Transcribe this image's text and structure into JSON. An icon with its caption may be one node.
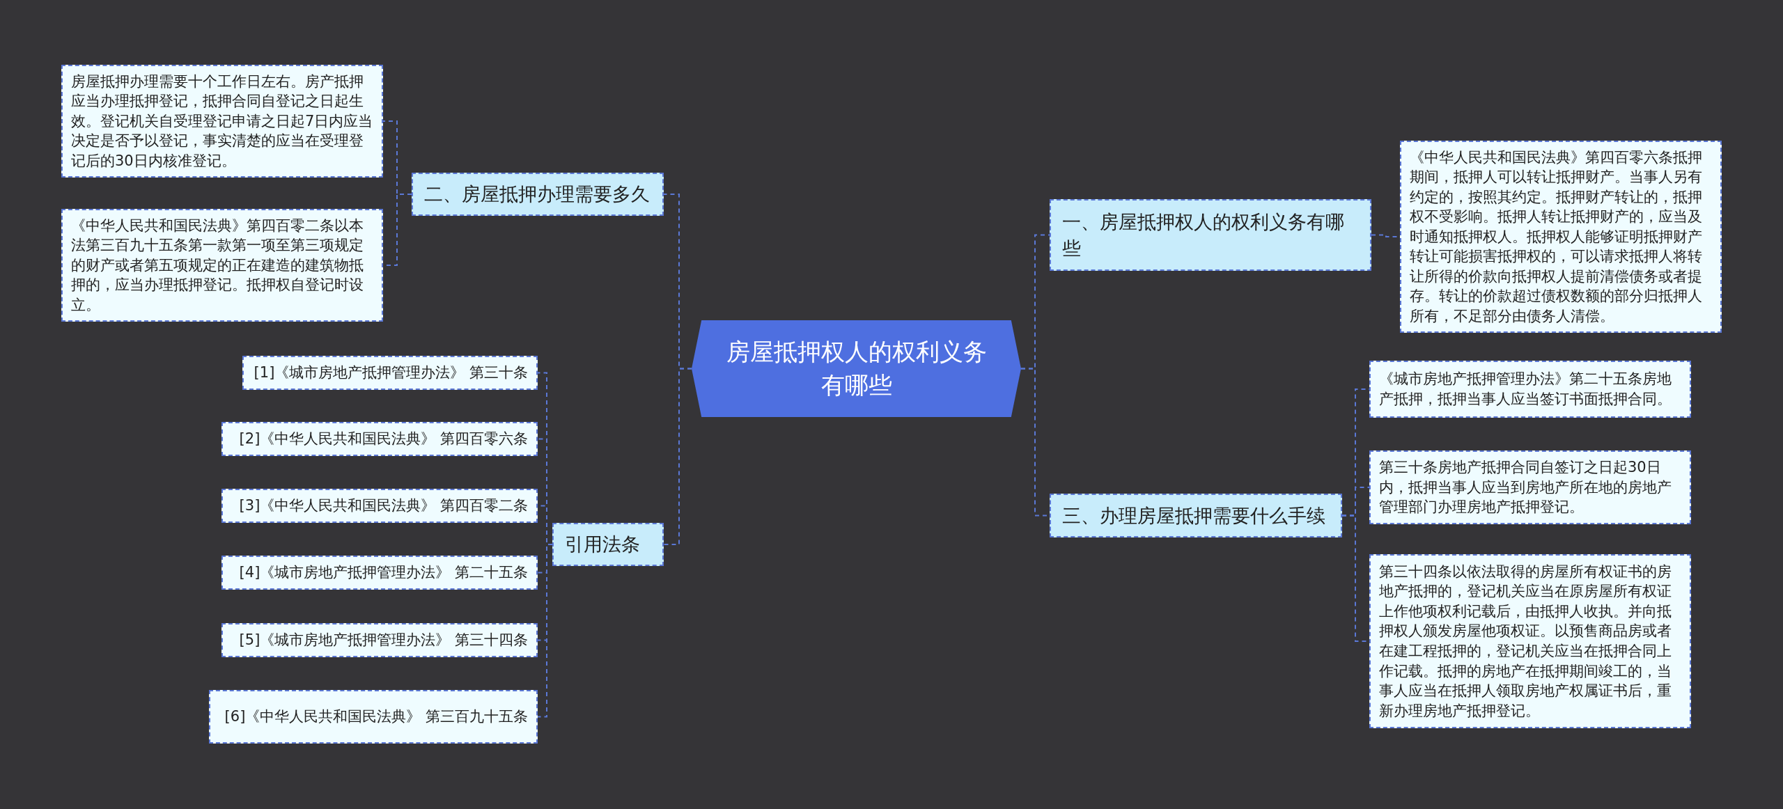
{
  "diagram": {
    "nodes": [
      {
        "text": [
          "房屋抵押权人的权利义务有哪些"
        ]
      },
      {
        "text": [
          "一、房屋抵押权人的权利义务有哪些"
        ]
      },
      {
        "text": [
          "《中华人民共和国民法典》第四百零六条抵押期间，抵押人可以转让抵押财产。当事人另有约定的，按照其约定。抵押财产转让的，抵押权不受影响。抵押人转让抵押财产的，应当及时通知抵押权人。抵押权人能够证明抵押财产转让可能损害抵押权的，可以请求抵押人将转让所得的价款向抵押权人提前清偿债务或者提存。转让的价款超过债权数额的部分归抵押人所有，不足部分由债务人清偿。"
        ]
      },
      {
        "text": [
          "二、房屋抵押办理需要多久"
        ]
      },
      {
        "text": [
          "房屋抵押办理需要十个工作日左右。房产抵押应当办理抵押登记，抵押合同自登记之日起生效。登记机关自受理登记申请之日起7日内应当决定是否予以登记，事实清楚的应当在受理登记后的30日内核准登记。"
        ]
      },
      {
        "text": [
          "《中华人民共和国民法典》第四百零二条以本法第三百九十五条第一款第一项至第三项规定的财产或者第五项规定的正在建造的建筑物抵押的，应当办理抵押登记。抵押权自登记时设立。"
        ]
      },
      {
        "text": [
          "三、办理房屋抵押需要什么手续"
        ]
      },
      {
        "text": [
          "《城市房地产抵押管理办法》第二十五条房地产抵押，抵押当事人应当签订书面抵押合同。"
        ]
      },
      {
        "text": [
          "第三十条房地产抵押合同自签订之日起30日内，抵押当事人应当到房地产所在地的房地产管理部门办理房地产抵押登记。"
        ]
      },
      {
        "text": [
          "第三十四条以依法取得的房屋所有权证书的房地产抵押的，登记机关应当在原房屋所有权证上作他项权利记载后，由抵押人收执。并向抵押权人颁发房屋他项权证。以预售商品房或者在建工程抵押的，登记机关应当在抵押合同上作记载。抵押的房地产在抵押期间竣工的，当事人应当在抵押人领取房地产权属证书后，重新办理房地产抵押登记。"
        ]
      },
      {
        "text": [
          "引用法条"
        ]
      },
      {
        "text": [
          "[1]《城市房地产抵押管理办法》 第三十条"
        ]
      },
      {
        "text": [
          "[2]《中华人民共和国民法典》 第四百零六条"
        ]
      },
      {
        "text": [
          "[3]《中华人民共和国民法典》 第四百零二条"
        ]
      },
      {
        "text": [
          "[4]《城市房地产抵押管理办法》 第二十五条"
        ]
      },
      {
        "text": [
          "[5]《城市房地产抵押管理办法》 第三十四条"
        ]
      },
      {
        "text": [
          "[6]《中华人民共和国民法典》 第三百九十五条"
        ]
      }
    ],
    "edges": [
      {
        "from": 0,
        "to": 1,
        "arrow": "none"
      },
      {
        "from": 1,
        "to": 2,
        "arrow": "none"
      },
      {
        "from": 0,
        "to": 3,
        "arrow": "none"
      },
      {
        "from": 3,
        "to": 4,
        "arrow": "none"
      },
      {
        "from": 3,
        "to": 5,
        "arrow": "none"
      },
      {
        "from": 0,
        "to": 6,
        "arrow": "none"
      },
      {
        "from": 6,
        "to": 7,
        "arrow": "none"
      },
      {
        "from": 6,
        "to": 8,
        "arrow": "none"
      },
      {
        "from": 6,
        "to": 9,
        "arrow": "none"
      },
      {
        "from": 0,
        "to": 10,
        "arrow": "none"
      },
      {
        "from": 10,
        "to": 11,
        "arrow": "none"
      },
      {
        "from": 10,
        "to": 12,
        "arrow": "none"
      },
      {
        "from": 10,
        "to": 13,
        "arrow": "none"
      },
      {
        "from": 10,
        "to": 14,
        "arrow": "none"
      },
      {
        "from": 10,
        "to": 15,
        "arrow": "none"
      },
      {
        "from": 10,
        "to": 16,
        "arrow": "none"
      }
    ]
  }
}
